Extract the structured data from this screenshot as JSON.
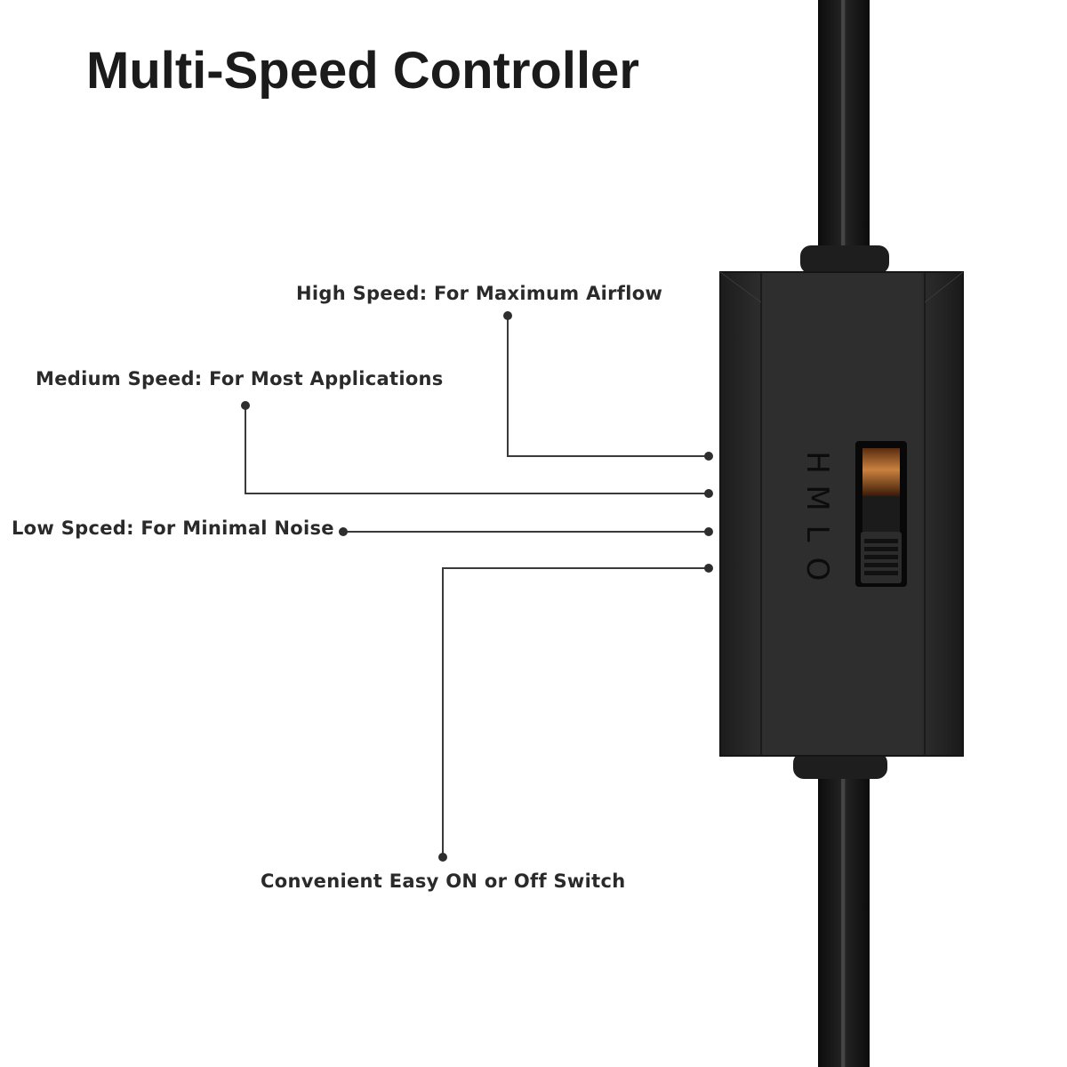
{
  "title": "Multi-Speed Controller",
  "callouts": {
    "high": "High Speed: For Maximum Airflow",
    "medium": "Medium Speed: For Most Applications",
    "low": "Low Spced: For Minimal Noise",
    "switch": "Convenient Easy ON or Off Switch"
  },
  "switch_letters": [
    "H",
    "M",
    "L",
    "O"
  ],
  "colors": {
    "background": "#ffffff",
    "text": "#2a2a2a",
    "controller_body": "#2b2b2b",
    "cable": "#161616",
    "leader_line": "#3a3a3a",
    "indicator": "#c07a3a"
  },
  "icons": {
    "controller": "speed-controller-icon",
    "slider": "slider-switch-icon"
  }
}
